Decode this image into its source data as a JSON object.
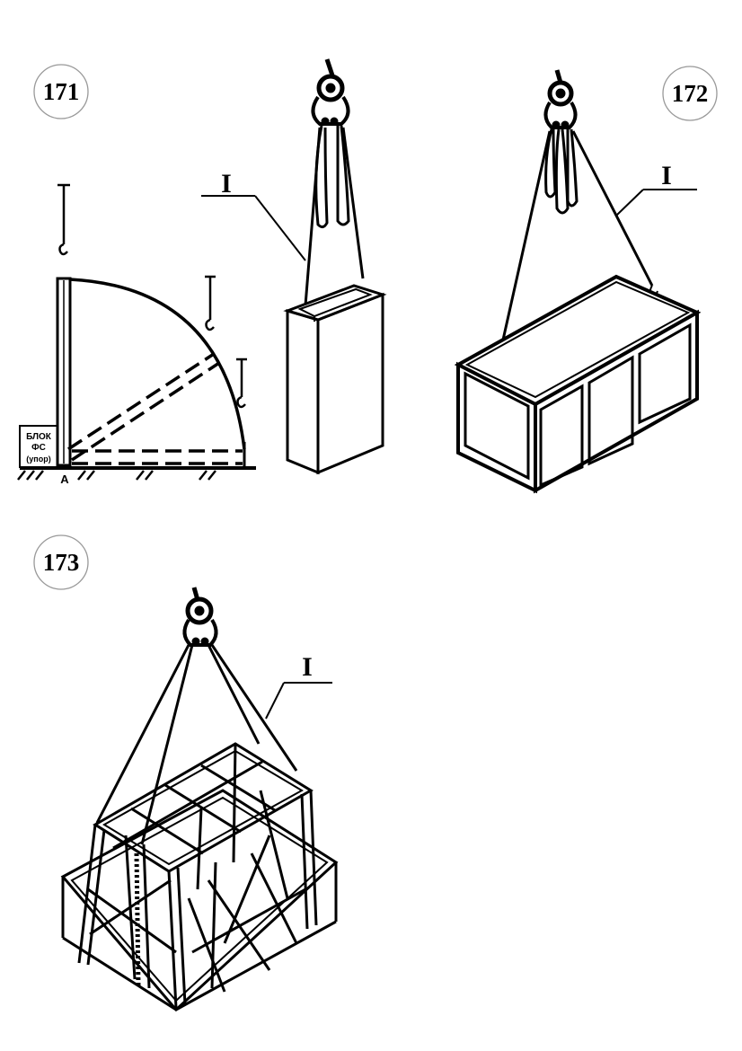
{
  "figures": {
    "fig171": {
      "number": "171",
      "sling_label": "I",
      "block_label_line1": "БЛОК",
      "block_label_line2": "ФС",
      "block_label_line3": "(упор)",
      "pivot_label": "А"
    },
    "fig172": {
      "number": "172",
      "sling_label": "I"
    },
    "fig173": {
      "number": "173",
      "sling_label": "I"
    }
  },
  "colors": {
    "ink": "#000000",
    "badge_border": "#999999",
    "paper": "#ffffff"
  }
}
